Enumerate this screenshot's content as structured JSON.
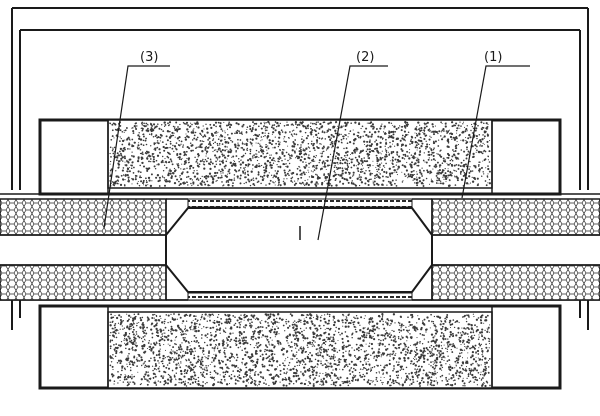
{
  "labels": {
    "part1": "(1)",
    "part2": "(2)",
    "part3": "(3)"
  },
  "colors": {
    "line": "#1a1a1a",
    "fill": "#ffffff",
    "stipple": "#3a3a3a"
  }
}
